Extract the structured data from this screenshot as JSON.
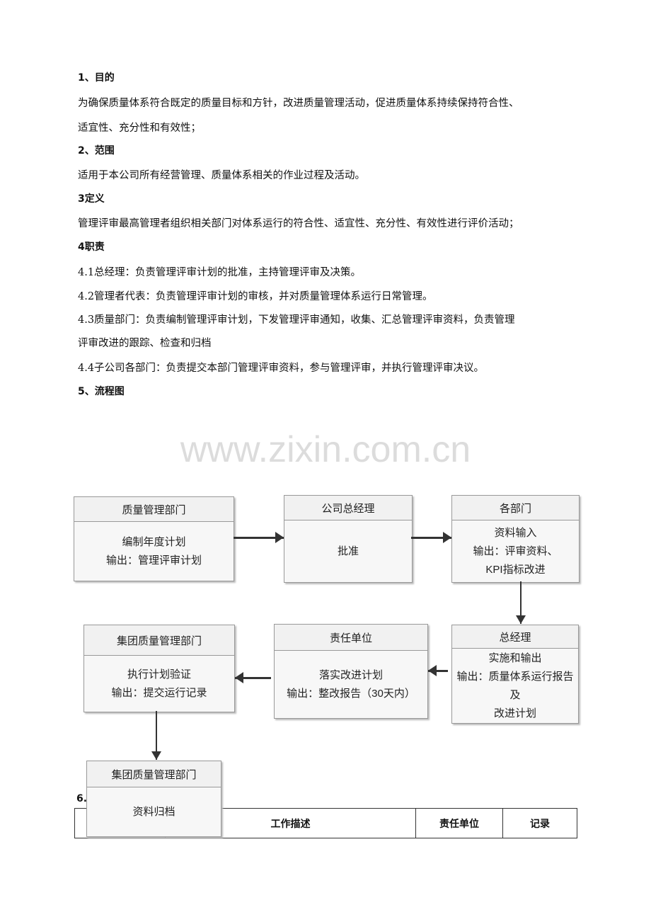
{
  "sections": [
    {
      "kind": "h",
      "text": "1、目的"
    },
    {
      "kind": "p",
      "text": "为确保质量体系符合既定的质量目标和方针，改进质量管理活动，促进质量体系持续保持符合性、"
    },
    {
      "kind": "p",
      "text": "适宜性、充分性和有效性；"
    },
    {
      "kind": "h",
      "text": "2、范围"
    },
    {
      "kind": "p",
      "text": "适用于本公司所有经营管理、质量体系相关的作业过程及活动。"
    },
    {
      "kind": "h",
      "text": "3定义"
    },
    {
      "kind": "p",
      "text": "管理评审最高管理者组织相关部门对体系运行的符合性、适宜性、充分性、有效性进行评价活动；"
    },
    {
      "kind": "h",
      "text": "4职责"
    },
    {
      "kind": "p",
      "text": "4.1总经理：负责管理评审计划的批准，主持管理评审及决策。"
    },
    {
      "kind": "p",
      "text": "4.2管理者代表：负责管理评审计划的审核，并对质量管理体系运行日常管理。"
    },
    {
      "kind": "p",
      "text": "4.3质量部门：负责编制管理评审计划，下发管理评审通知，收集、汇总管理评审资料，负责管理"
    },
    {
      "kind": "p",
      "text": "评审改进的跟踪、检查和归档"
    },
    {
      "kind": "p",
      "text": "4.4子公司各部门：负责提交本部门管理评审资料，参与管理评审，并执行管理评审决议。"
    },
    {
      "kind": "h",
      "text": "5、流程图"
    }
  ],
  "watermark": "www.zixin.com.cn",
  "flow": [
    {
      "header": "质量管理部门",
      "body": [
        "编制年度计划",
        "输出：管理评审计划"
      ]
    },
    {
      "header": "公司总经理",
      "body": [
        "批准"
      ]
    },
    {
      "header": "各部门",
      "body": [
        "资料输入",
        "输出：评审资料、",
        "KPI指标改进"
      ]
    },
    {
      "header": "总经理",
      "body": [
        "实施和输出",
        "输出：质量体系运行报告及",
        "改进计划"
      ]
    },
    {
      "header": "责任单位",
      "body": [
        "落实改进计划",
        "输出：整改报告（30天内）"
      ]
    },
    {
      "header": "集团质量管理部门",
      "body": [
        "执行计划验证",
        "输出：提交运行记录"
      ]
    },
    {
      "header": "集团质量管理部门",
      "body": [
        "资料归档"
      ]
    }
  ],
  "section6_label": "6.",
  "table": {
    "headers": [
      "",
      "工作描述",
      "责任单位",
      "记录"
    ]
  }
}
